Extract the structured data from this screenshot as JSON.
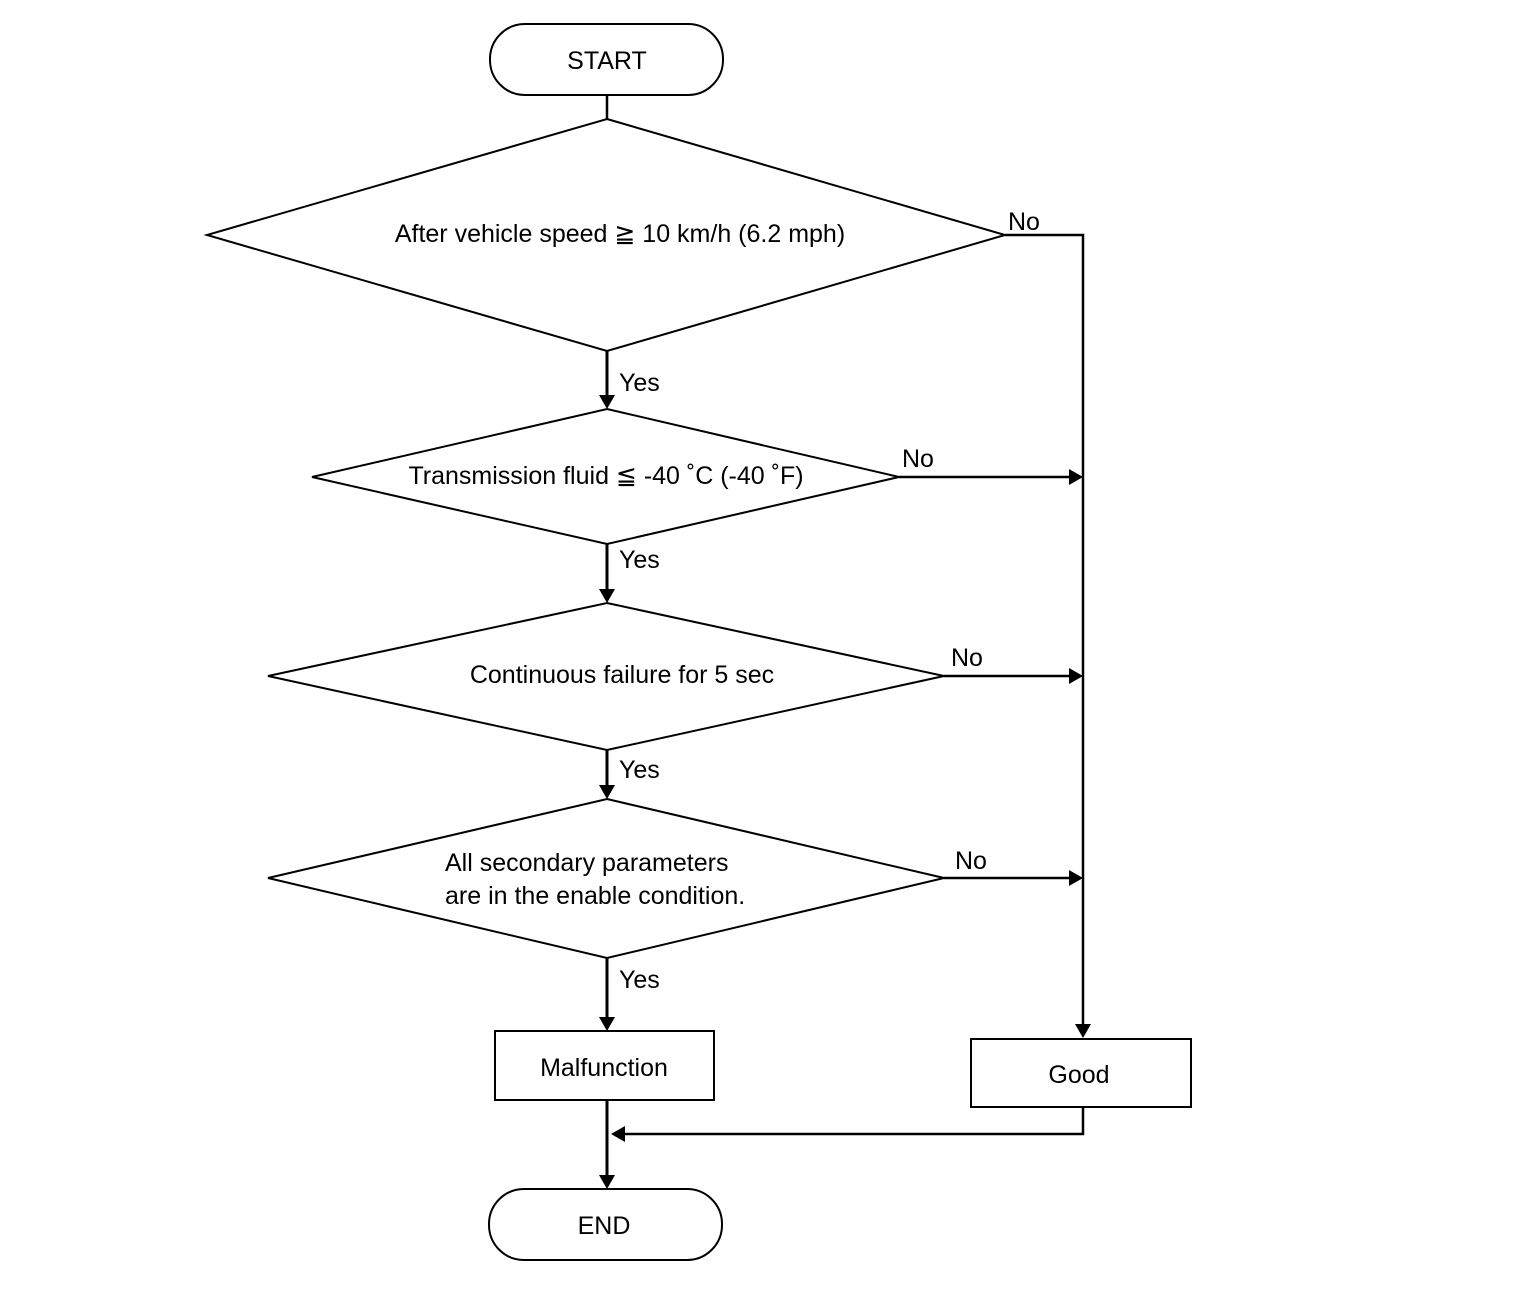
{
  "flowchart": {
    "start": "START",
    "end": "END",
    "decisions": [
      {
        "lines": [
          "After vehicle speed ≧ 10 km/h (6.2 mph)"
        ]
      },
      {
        "lines": [
          "Transmission fluid ≦ -40 ˚C (-40 ˚F)"
        ]
      },
      {
        "lines": [
          "Continuous failure for 5 sec"
        ]
      },
      {
        "lines": [
          "All secondary parameters",
          "are in the enable condition."
        ]
      }
    ],
    "yes_label": "Yes",
    "no_label": "No",
    "malfunction": "Malfunction",
    "good": "Good"
  }
}
